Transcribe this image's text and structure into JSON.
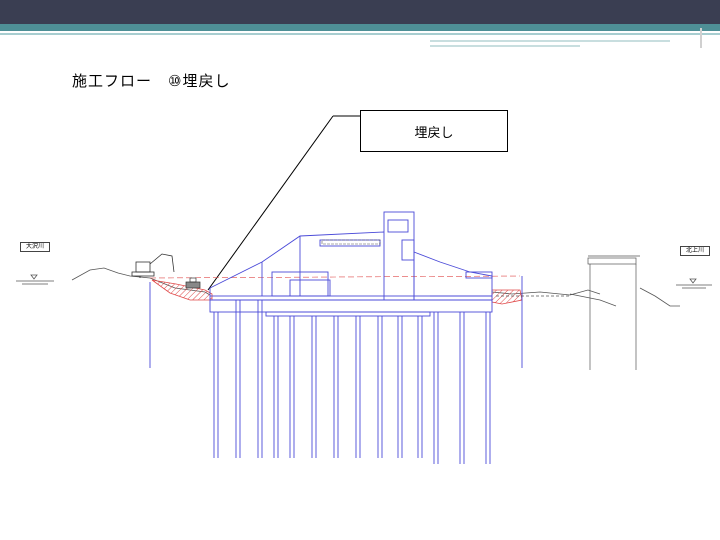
{
  "slide": {
    "title": "施工フロー　⑩埋戻し"
  },
  "callout": {
    "label": "埋戻し"
  },
  "rivers": {
    "left": "大沢川",
    "right": "北上川"
  },
  "colors": {
    "header": "#3a3e52",
    "accent": "#4e8f96",
    "structure": "#4a4ad8",
    "backfill": "#e04a4a",
    "ground": "#555555"
  }
}
